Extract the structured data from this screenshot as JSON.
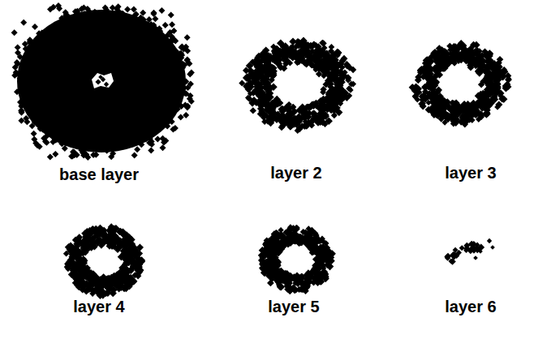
{
  "diagram": {
    "labels": [
      "base layer",
      "layer 2",
      "layer 3",
      "layer 4",
      "layer 5",
      "layer 6"
    ]
  }
}
